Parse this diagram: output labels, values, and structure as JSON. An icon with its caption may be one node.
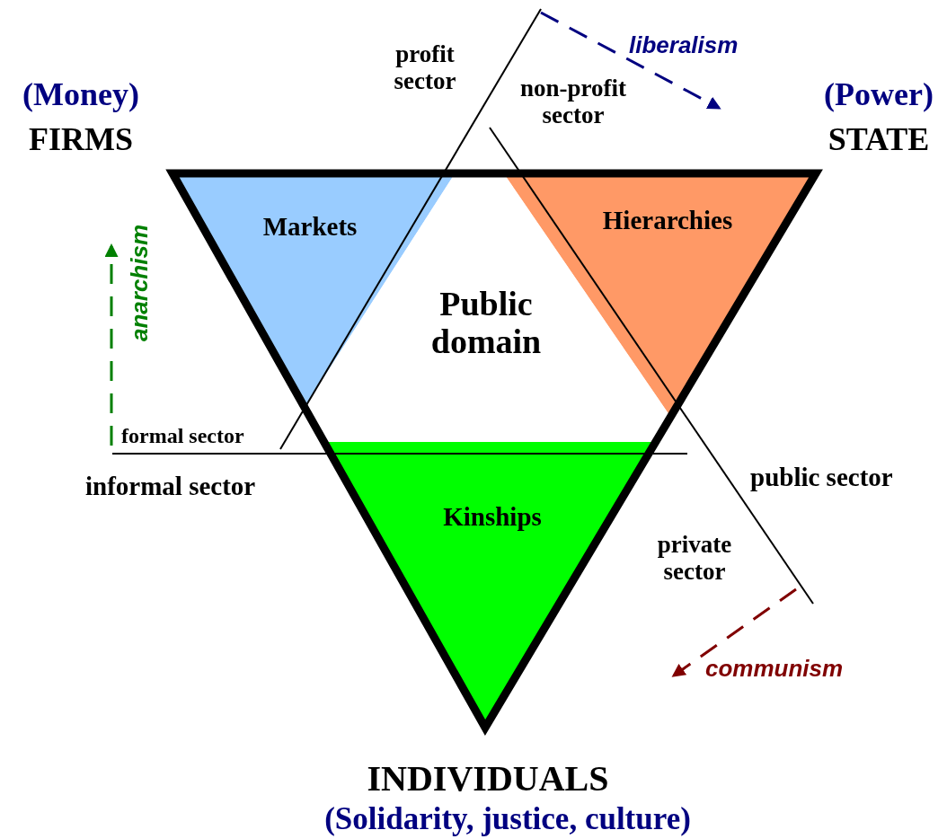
{
  "diagram": {
    "nodes": [
      {
        "text": [
          "Markets"
        ]
      },
      {
        "text": [
          "Hierarchies"
        ]
      },
      {
        "text": [
          "Public domain"
        ]
      },
      {
        "text": [
          "Kinships"
        ]
      }
    ],
    "labels": [
      "(Money)",
      "FIRMS",
      "profit sector",
      "non-profit sector",
      "liberalism",
      "(Power)",
      "STATE",
      "anarchism",
      "formal sector",
      "informal sector",
      "public sector",
      "private sector",
      "communism",
      "INDIVIDUALS",
      "(Solidarity, justice, culture)"
    ]
  }
}
